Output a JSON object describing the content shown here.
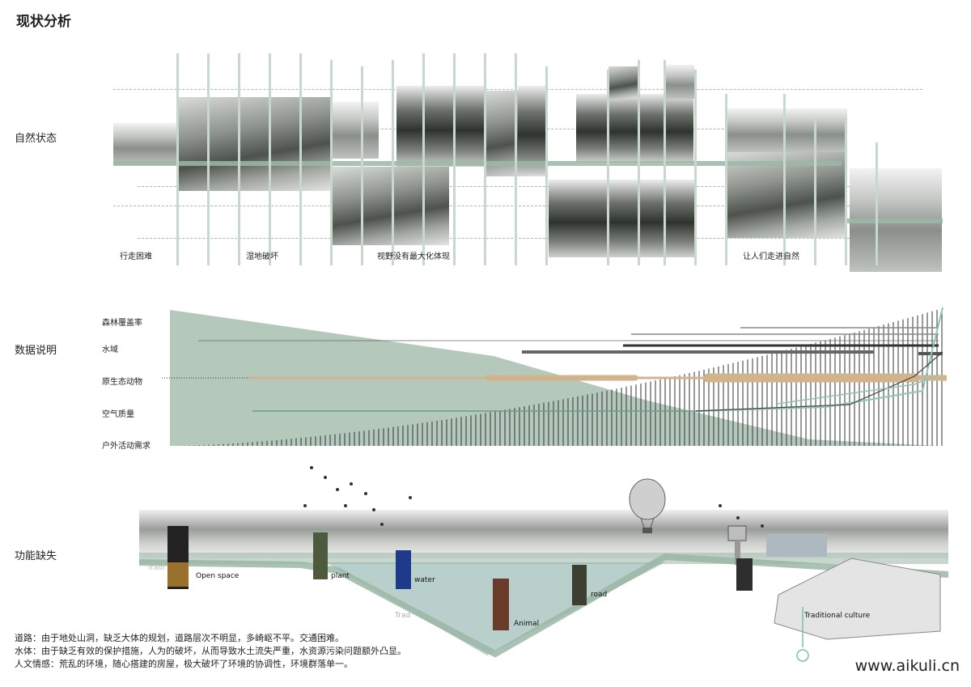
{
  "title": "现状分析",
  "sections": {
    "natural": "自然状态",
    "data": "数据说明",
    "function": "功能缺失"
  },
  "photo_captions": [
    "行走困难",
    "湿地破坏",
    "视野没有最大化体现",
    "让人们走进自然"
  ],
  "data_rows": [
    "森林覆盖率",
    "水域",
    "原生态动物",
    "空气质量",
    "户外活动需求"
  ],
  "function_labels": [
    "Open space",
    "plant",
    "water",
    "road",
    "Animal",
    "Traditional culture",
    "Tradi",
    "Trad"
  ],
  "notes": [
    "道路：由于地处山洞，缺乏大体的规划，道路层次不明显，多崎岖不平。交通困难。",
    "水体：由于缺乏有效的保护措施，人为的破坏，从而导致水土流失严重，水资源污染问题额外凸显。",
    "人文情感：荒乱的环境，随心搭建的房屋，极大破坏了环境的协调性，环境群落单一。"
  ],
  "watermark": "www.aikuli.cn",
  "colors": {
    "green": "#9bb7a6",
    "tan": "#d2b48c",
    "dark": "#333333"
  }
}
